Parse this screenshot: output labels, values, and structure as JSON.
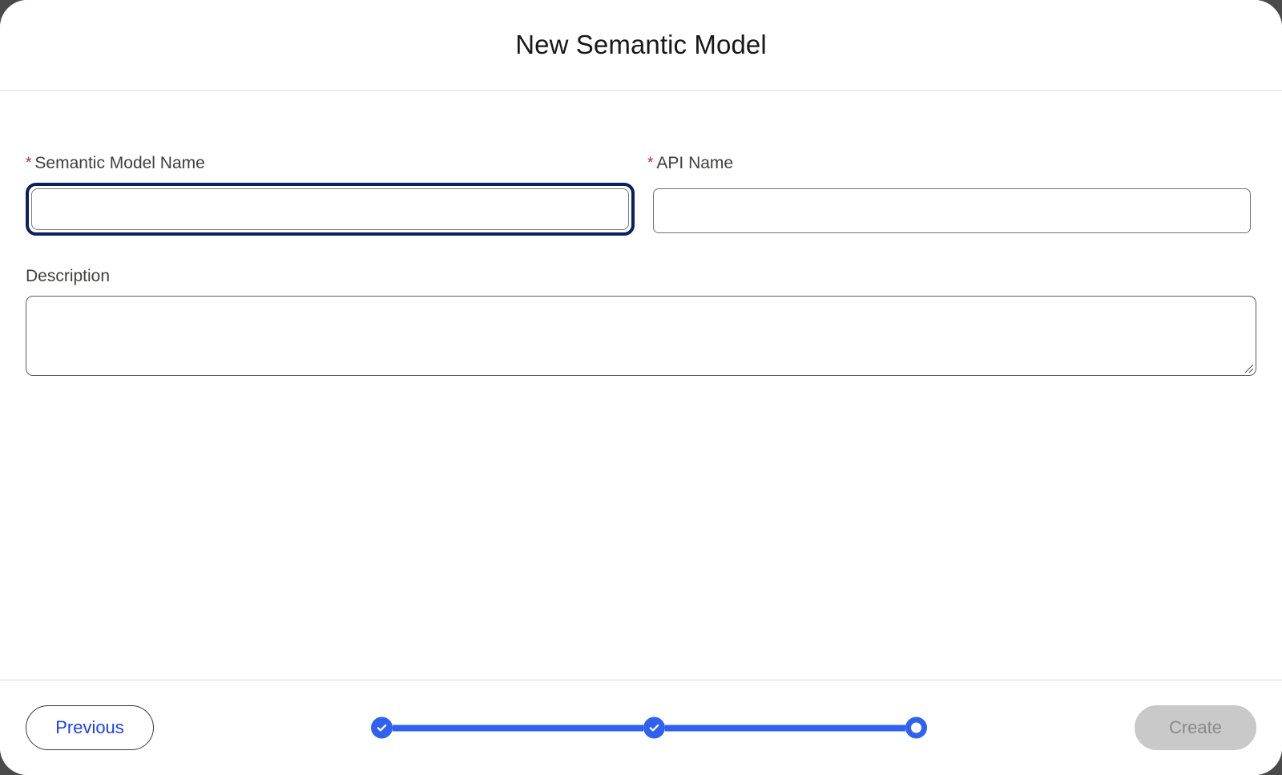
{
  "dialog": {
    "title": "New Semantic Model"
  },
  "form": {
    "fields": [
      {
        "label": "Semantic Model Name",
        "required": true,
        "required_marker": "*",
        "value": "",
        "placeholder": "",
        "focused": true,
        "type": "text"
      },
      {
        "label": "API Name",
        "required": true,
        "required_marker": "*",
        "value": "",
        "placeholder": "",
        "focused": false,
        "type": "text"
      }
    ],
    "description": {
      "label": "Description",
      "required": false,
      "value": "",
      "placeholder": "",
      "type": "textarea"
    }
  },
  "footer": {
    "previous_label": "Previous",
    "create_label": "Create",
    "create_disabled": true,
    "stepper": {
      "total_steps": 3,
      "current_step": 3,
      "steps": [
        {
          "state": "done"
        },
        {
          "state": "done"
        },
        {
          "state": "current"
        }
      ]
    }
  },
  "colors": {
    "accent_blue": "#2f62f0",
    "link_blue": "#1b3ef5",
    "focus_ring": "#0c1f5e",
    "required_red": "#b0244f",
    "disabled_bg": "#c9c9c9",
    "disabled_text": "#8a8a8a",
    "divider": "#dddbda",
    "label_text": "#3e3e3c",
    "title_text": "#181818"
  }
}
